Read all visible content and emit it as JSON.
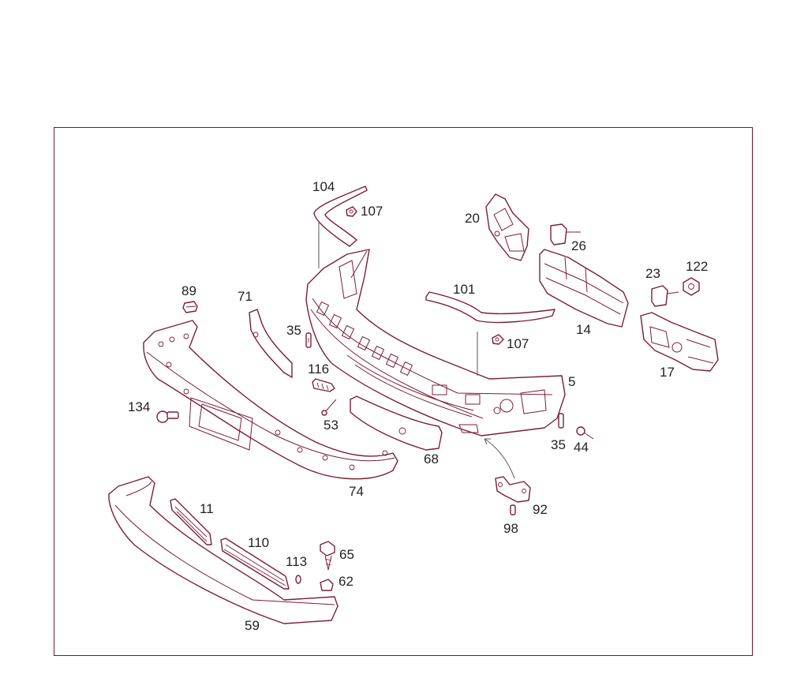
{
  "callouts": {
    "c104": "104",
    "c107a": "107",
    "c20": "20",
    "c26": "26",
    "c122": "122",
    "c23": "23",
    "c14": "14",
    "c101": "101",
    "c107b": "107",
    "c89": "89",
    "c71": "71",
    "c35a": "35",
    "c116": "116",
    "c5": "5",
    "c17": "17",
    "c134": "134",
    "c53": "53",
    "c68": "68",
    "c35b": "35",
    "c44": "44",
    "c74": "74",
    "c92": "92",
    "c98": "98",
    "c11": "11",
    "c110": "110",
    "c65": "65",
    "c113": "113",
    "c62": "62",
    "c59": "59"
  },
  "colors": {
    "line": "#7a1f33",
    "frame": "#6a1b2a",
    "label": "#222222"
  }
}
